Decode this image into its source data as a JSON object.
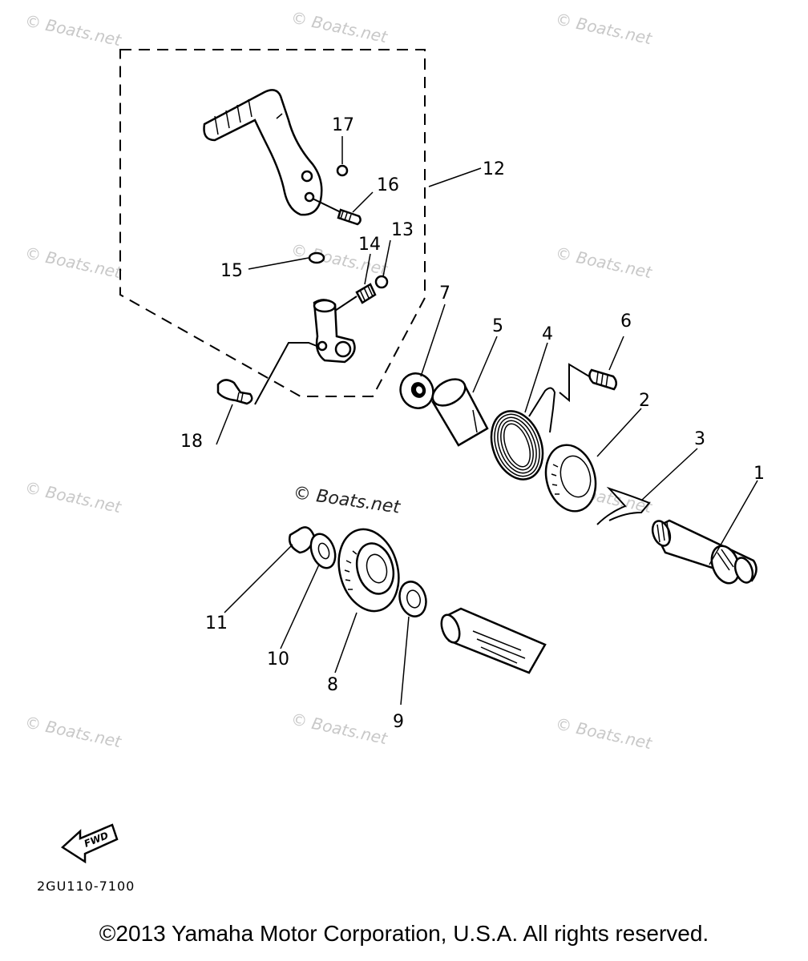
{
  "watermarks": {
    "small": "© Boats.net",
    "center": "© Boats.net"
  },
  "callouts": [
    "1",
    "2",
    "3",
    "4",
    "5",
    "6",
    "7",
    "8",
    "9",
    "10",
    "11",
    "12",
    "13",
    "14",
    "15",
    "16",
    "17",
    "18"
  ],
  "fwd_label": "FWD",
  "diagram_code": "2GU110-7100",
  "copyright": "©2013 Yamaha Motor Corporation, U.S.A. All rights reserved."
}
